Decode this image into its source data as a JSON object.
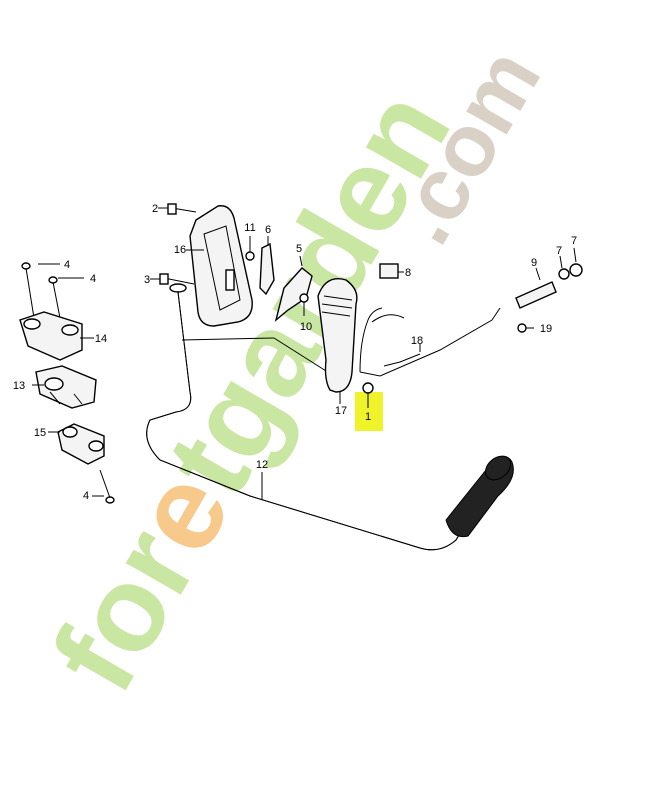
{
  "watermark": {
    "brand_prefix": "for",
    "brand_e": "e",
    "brand_suffix": "tgarden",
    "domain": ".com",
    "colors": {
      "green": "#c9e6a3",
      "orange": "#f7c98a",
      "grey": "#d9d1c5"
    }
  },
  "highlight": {
    "color": "#eef32a",
    "part": "1"
  },
  "callouts": {
    "c1": "1",
    "c2": "2",
    "c3": "3",
    "c4a": "4",
    "c4b": "4",
    "c4c": "4",
    "c5": "5",
    "c6": "6",
    "c7a": "7",
    "c7b": "7",
    "c8": "8",
    "c9": "9",
    "c10": "10",
    "c11": "11",
    "c12": "12",
    "c13": "13",
    "c14": "14",
    "c15": "15",
    "c16": "16",
    "c17": "17",
    "c18": "18",
    "c19": "19"
  }
}
